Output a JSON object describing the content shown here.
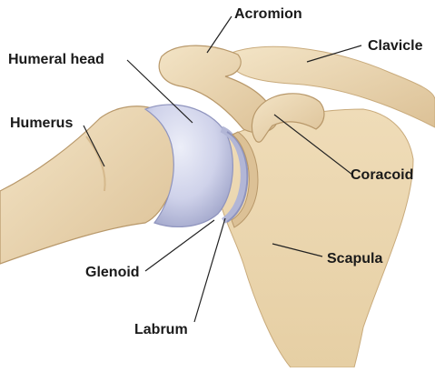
{
  "labels": {
    "acromion": "Acromion",
    "clavicle": "Clavicle",
    "humeral_head": "Humeral head",
    "humerus": "Humerus",
    "coracoid": "Coracoid",
    "scapula": "Scapula",
    "glenoid": "Glenoid",
    "labrum": "Labrum"
  },
  "colors": {
    "bone_fill": "#ecd9b5",
    "bone_shadow": "#d4b98a",
    "cartilage": "#cdd0e8",
    "cartilage_shadow": "#a9aed0",
    "outline": "#b8986a",
    "leader_line": "#222222"
  }
}
